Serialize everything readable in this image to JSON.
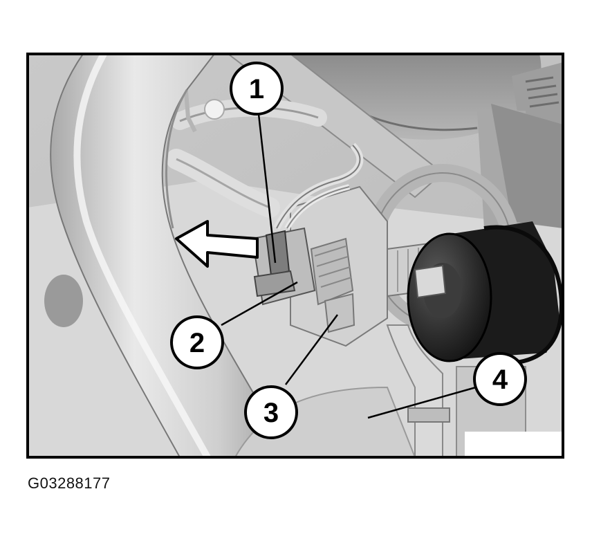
{
  "figure": {
    "code": "G03288177",
    "callouts": [
      {
        "id": "1",
        "label": "1"
      },
      {
        "id": "2",
        "label": "2"
      },
      {
        "id": "3",
        "label": "3"
      },
      {
        "id": "4",
        "label": "4"
      }
    ],
    "colors": {
      "background": "#d0d0d0",
      "frame": "#000000",
      "part_dark": "#2a2a2a",
      "part_light": "#e6e6e6"
    }
  }
}
